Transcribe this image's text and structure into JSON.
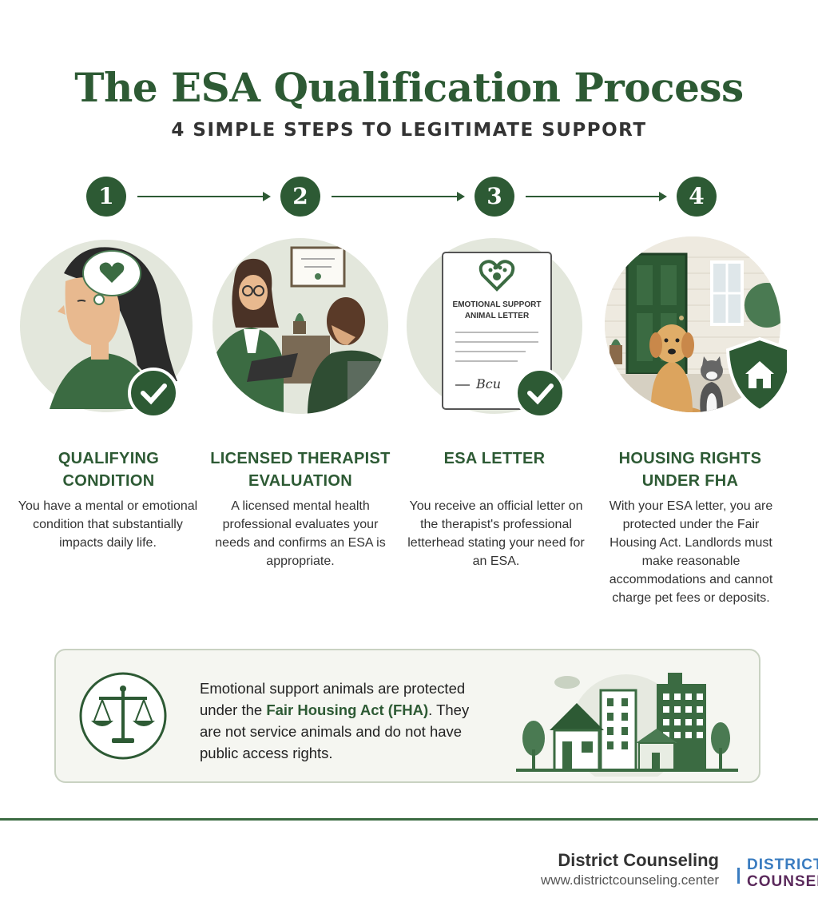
{
  "header": {
    "title": "The ESA Qualification Process",
    "subtitle": "4 SIMPLE STEPS TO LEGITIMATE SUPPORT"
  },
  "steps": [
    {
      "number": "1",
      "title": "QUALIFYING CONDITION",
      "description": "You have a mental or emotional condition that substantially impacts daily life."
    },
    {
      "number": "2",
      "title": "LICENSED THERAPIST EVALUATION",
      "description": "A licensed mental health professional evaluates your needs and confirms an ESA is appropriate."
    },
    {
      "number": "3",
      "title": "ESA LETTER",
      "description": "You receive an official letter on the therapist's professional letterhead stating your need for an ESA."
    },
    {
      "number": "4",
      "title": "HOUSING RIGHTS UNDER FHA",
      "description": "With your ESA letter, you are protected under the Fair Housing Act. Landlords must make reasonable accommodations and cannot charge pet fees or deposits."
    }
  ],
  "letter": {
    "line1": "EMOTIONAL SUPPORT",
    "line2": "ANIMAL LETTER",
    "signature": "Bcu"
  },
  "note": {
    "text_before": "Emotional support animals are protected under the ",
    "highlight": "Fair Housing Act (FHA)",
    "text_after": ". They are not service animals and do not have public access rights."
  },
  "footer": {
    "brand_name": "District Counseling",
    "url": "www.districtcounseling.center",
    "logo_line1": "DISTRICT",
    "logo_line2": "COUNSELING"
  },
  "colors": {
    "primary": "#2d5a34",
    "light_bg": "#e3e7dc",
    "box_bg": "#f5f6f1"
  },
  "icons": [
    "brain-heart-icon",
    "check-icon",
    "certificate-icon",
    "paw-heart-icon",
    "shield-house-icon",
    "scales-icon",
    "city-icon"
  ]
}
